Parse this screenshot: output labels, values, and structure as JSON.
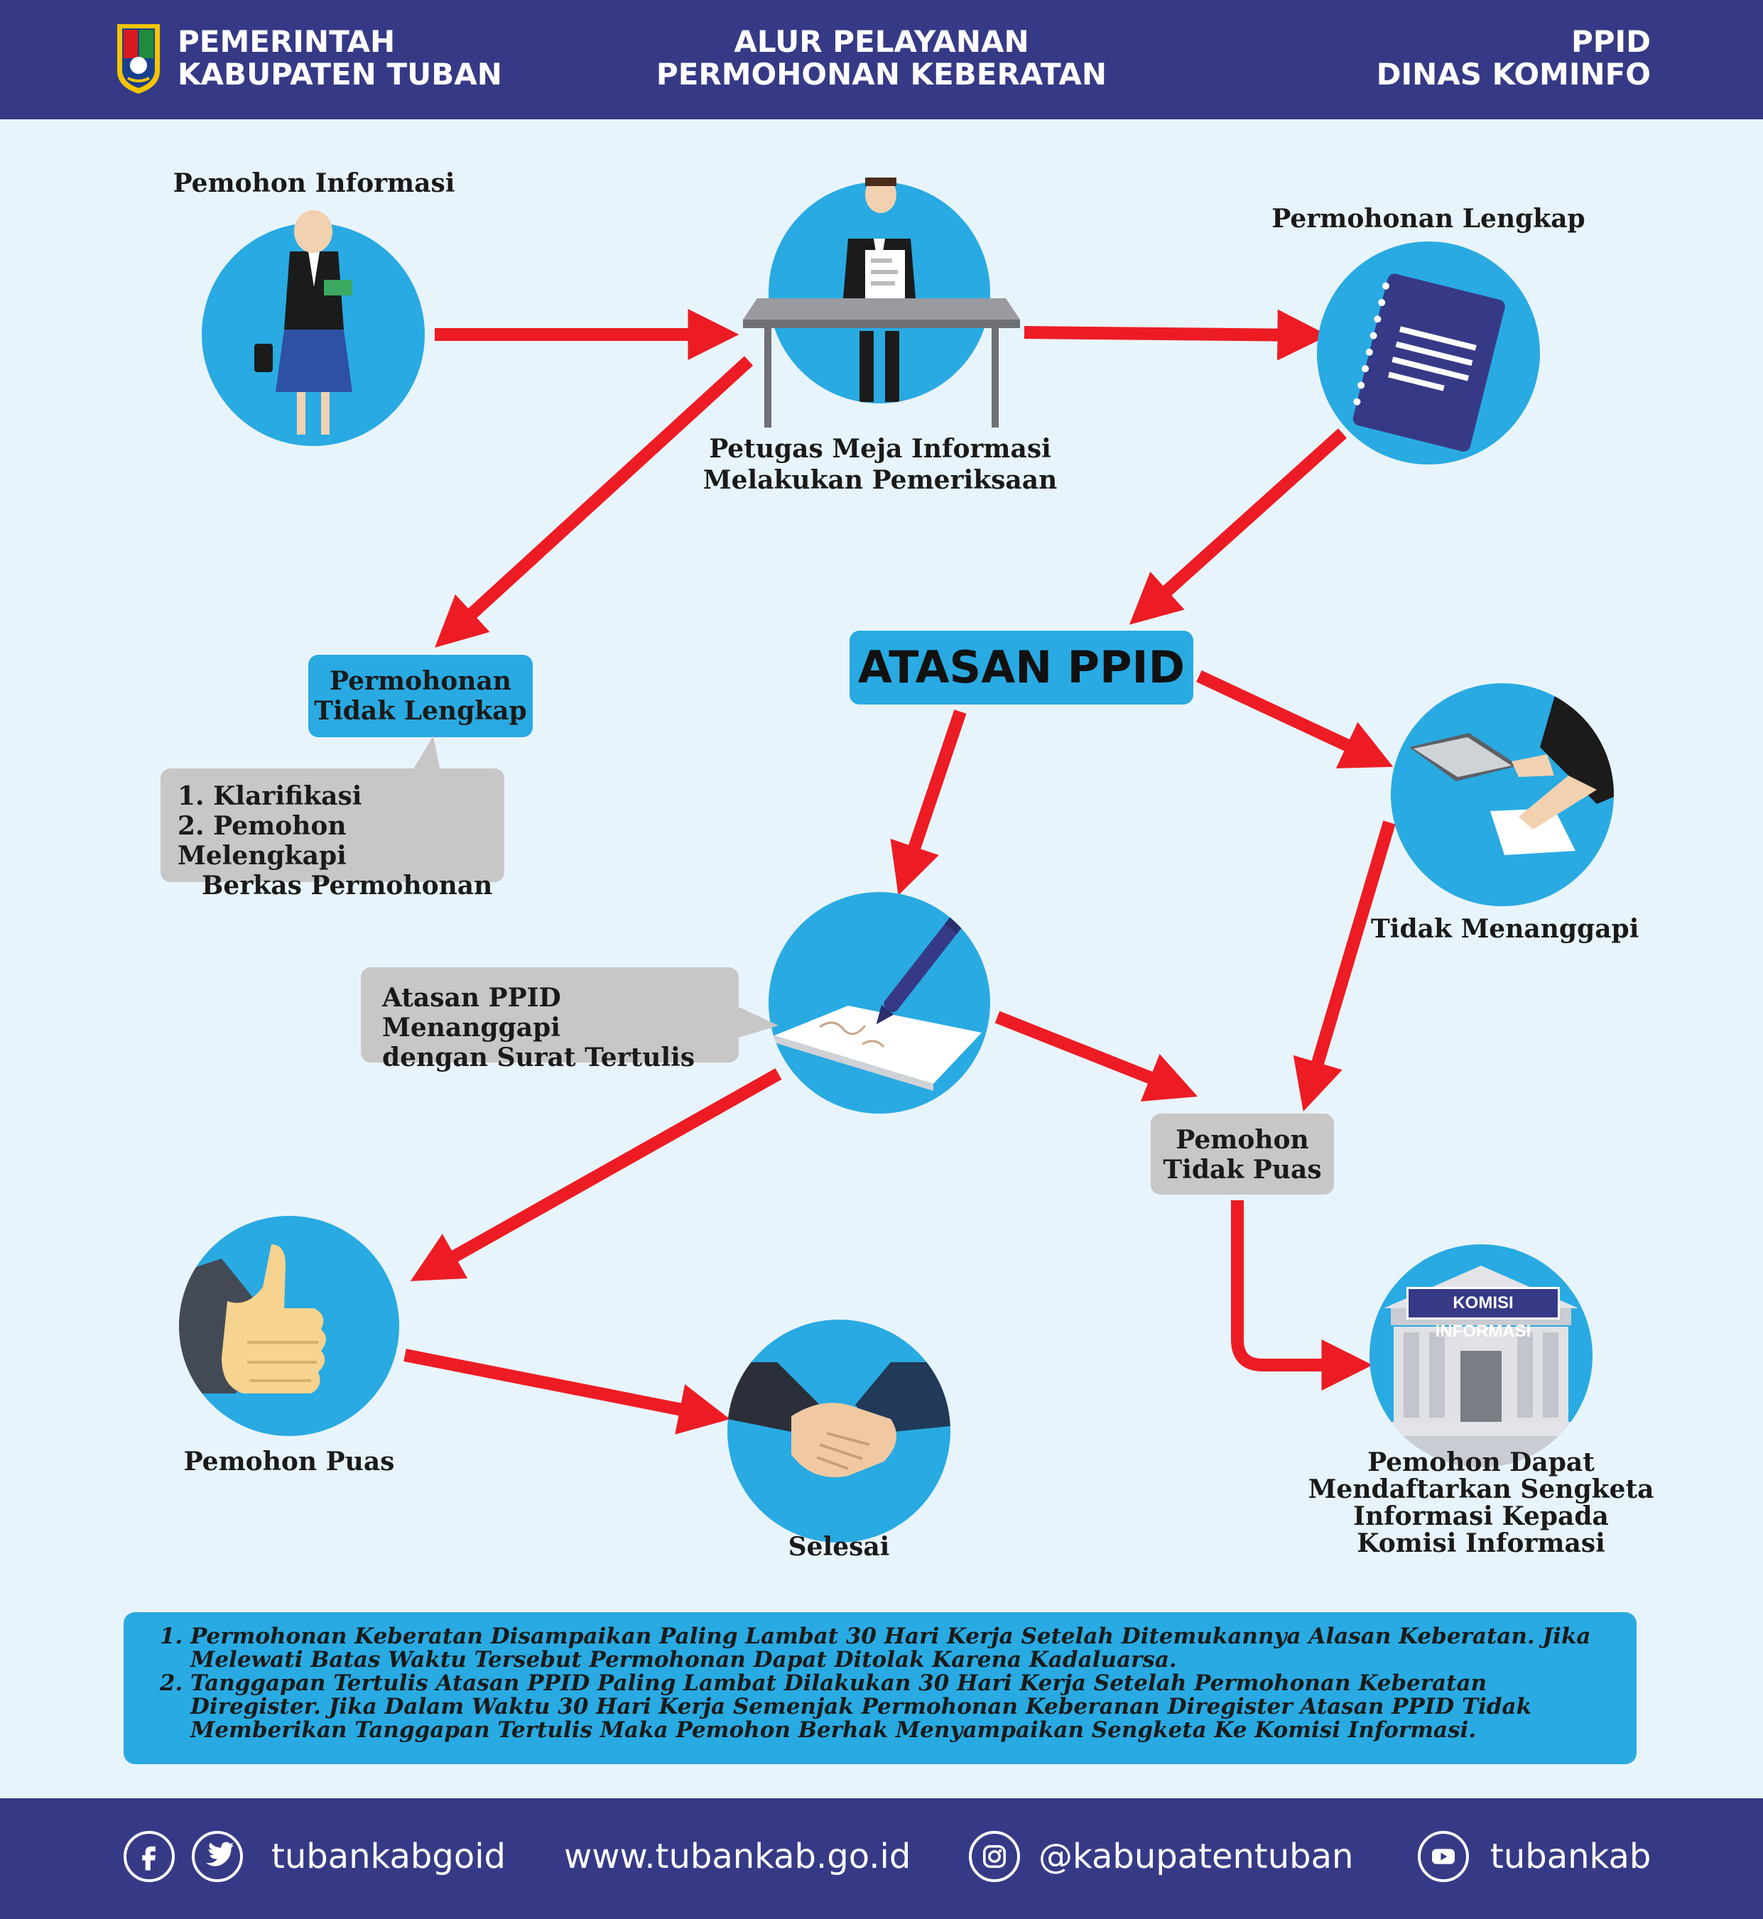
{
  "header": {
    "left": [
      "PEMERINTAH",
      "KABUPATEN TUBAN"
    ],
    "center": [
      "ALUR PELAYANAN",
      "PERMOHONAN KEBERATAN"
    ],
    "right": [
      "PPID",
      "DINAS KOMINFO"
    ]
  },
  "nodes": {
    "pemohon_informasi": "Pemohon Informasi",
    "petugas": [
      "Petugas Meja Informasi",
      "Melakukan Pemeriksaan"
    ],
    "permohonan_lengkap": "Permohonan Lengkap",
    "tidak_lengkap": [
      "Permohonan",
      "Tidak Lengkap"
    ],
    "klarifikasi": [
      "1. Klarifikasi",
      "2. Pemohon Melengkapi",
      "Berkas Permohonan"
    ],
    "atasan_ppid": "ATASAN PPID",
    "tidak_menanggapi": "Tidak Menanggapi",
    "menanggapi": [
      "Atasan PPID Menanggapi",
      "dengan Surat Tertulis"
    ],
    "tidak_puas": [
      "Pemohon",
      "Tidak Puas"
    ],
    "puas": "Pemohon Puas",
    "selesai": "Selesai",
    "komisi_sign": "KOMISI INFORMASI",
    "sengketa": [
      "Pemohon Dapat",
      "Mendaftarkan Sengketa",
      "Informasi Kepada",
      "Komisi Informasi"
    ]
  },
  "notes": [
    "Permohonan Keberatan Disampaikan Paling Lambat 30 Hari Kerja Setelah Ditemukannya Alasan Keberatan. Jika Melewati Batas Waktu Tersebut Permohonan Dapat Ditolak Karena Kadaluarsa.",
    "Tanggapan Tertulis Atasan PPID Paling Lambat Dilakukan 30 Hari Kerja Setelah Permohonan Keberatan Diregister. Jika Dalam Waktu 30 Hari Kerja Semenjak Permohonan Keberanan Diregister Atasan PPID Tidak Memberikan Tanggapan Tertulis Maka Pemohon Berhak Menyampaikan Sengketa Ke Komisi Informasi."
  ],
  "footer": {
    "facebook_twitter": "tubankabgoid",
    "website": "www.tubankab.go.id",
    "instagram": "@kabupatentuban",
    "youtube": "tubankab"
  },
  "colors": {
    "header_bg": "#363a86",
    "accent_blue": "#29aae2",
    "arrow_red": "#ed1c24",
    "grey_box": "#c7c7c7",
    "background": "#e8f4fb"
  },
  "icons": [
    "facebook-icon",
    "twitter-icon",
    "instagram-icon",
    "youtube-icon"
  ]
}
